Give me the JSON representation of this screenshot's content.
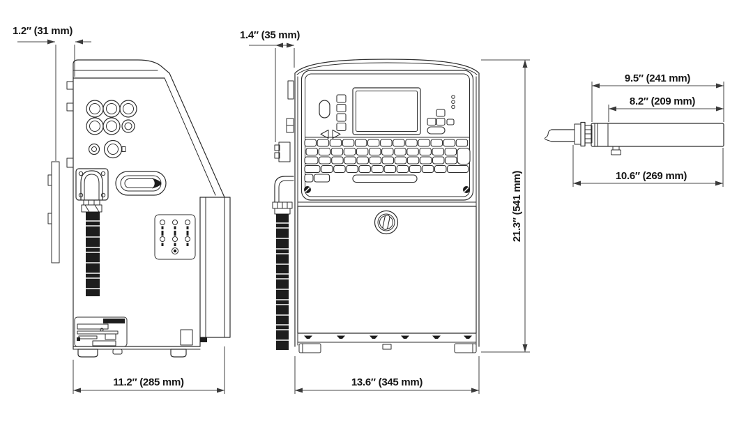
{
  "dimensions": {
    "side_offset": "1.2″ (31 mm)",
    "front_offset": "1.4″ (35 mm)",
    "printhead_length": "9.5″ (241 mm)",
    "printhead_barrel": "8.2″ (209 mm)",
    "printhead_total": "10.6″ (269 mm)",
    "cabinet_height": "21.3″ (541 mm)",
    "side_width": "11.2″ (285 mm)",
    "front_width": "13.6″ (345 mm)"
  },
  "colors": {
    "line": "#2e2e2e",
    "dimension_line": "#4a4a4a",
    "text": "#161616",
    "dark_fill": "#1d1d1d",
    "background": "#ffffff"
  }
}
